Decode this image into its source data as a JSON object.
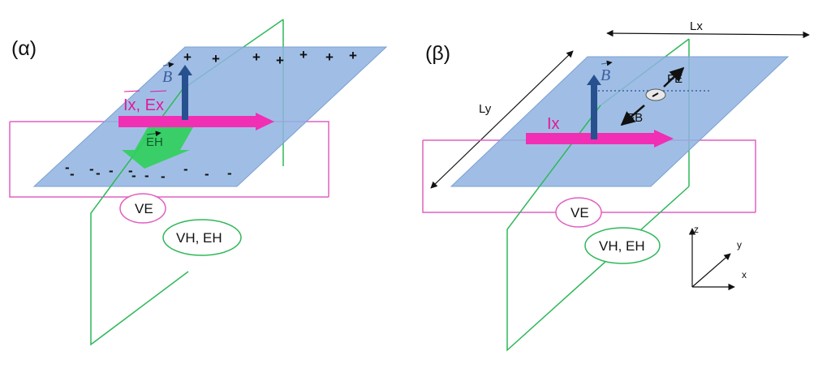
{
  "panel_a": {
    "label": "(α)",
    "plus_signs": [
      "+",
      "+",
      "+",
      "+",
      "+",
      "+",
      "+"
    ],
    "minus_signs": [
      "-",
      "-",
      "-",
      "-",
      "-",
      "-",
      "-",
      "-",
      "-",
      "-",
      "-",
      "-"
    ],
    "b_label": "B",
    "current_label": "Ix, Ex",
    "eh_label": "EH",
    "ve_label": "VE",
    "vh_label": "VH, EH"
  },
  "panel_b": {
    "label": "(β)",
    "b_label": "B",
    "current_label": "Ix",
    "fe_label": "FE",
    "fb_label": "FB",
    "lx_label": "Lx",
    "ly_label": "Ly",
    "ve_label": "VE",
    "vh_label": "VH, EH",
    "axes": {
      "z": "z",
      "y": "y",
      "x": "x"
    }
  },
  "colors": {
    "plate_fill": "#8fb3e0",
    "plate_stroke": "#7aa0d0",
    "loop_pink": "#e060c0",
    "loop_green": "#2fb85a",
    "current_arrow": "#f02fb4",
    "b_arrow": "#27508f",
    "eh_arrow": "#2fcf5a"
  }
}
